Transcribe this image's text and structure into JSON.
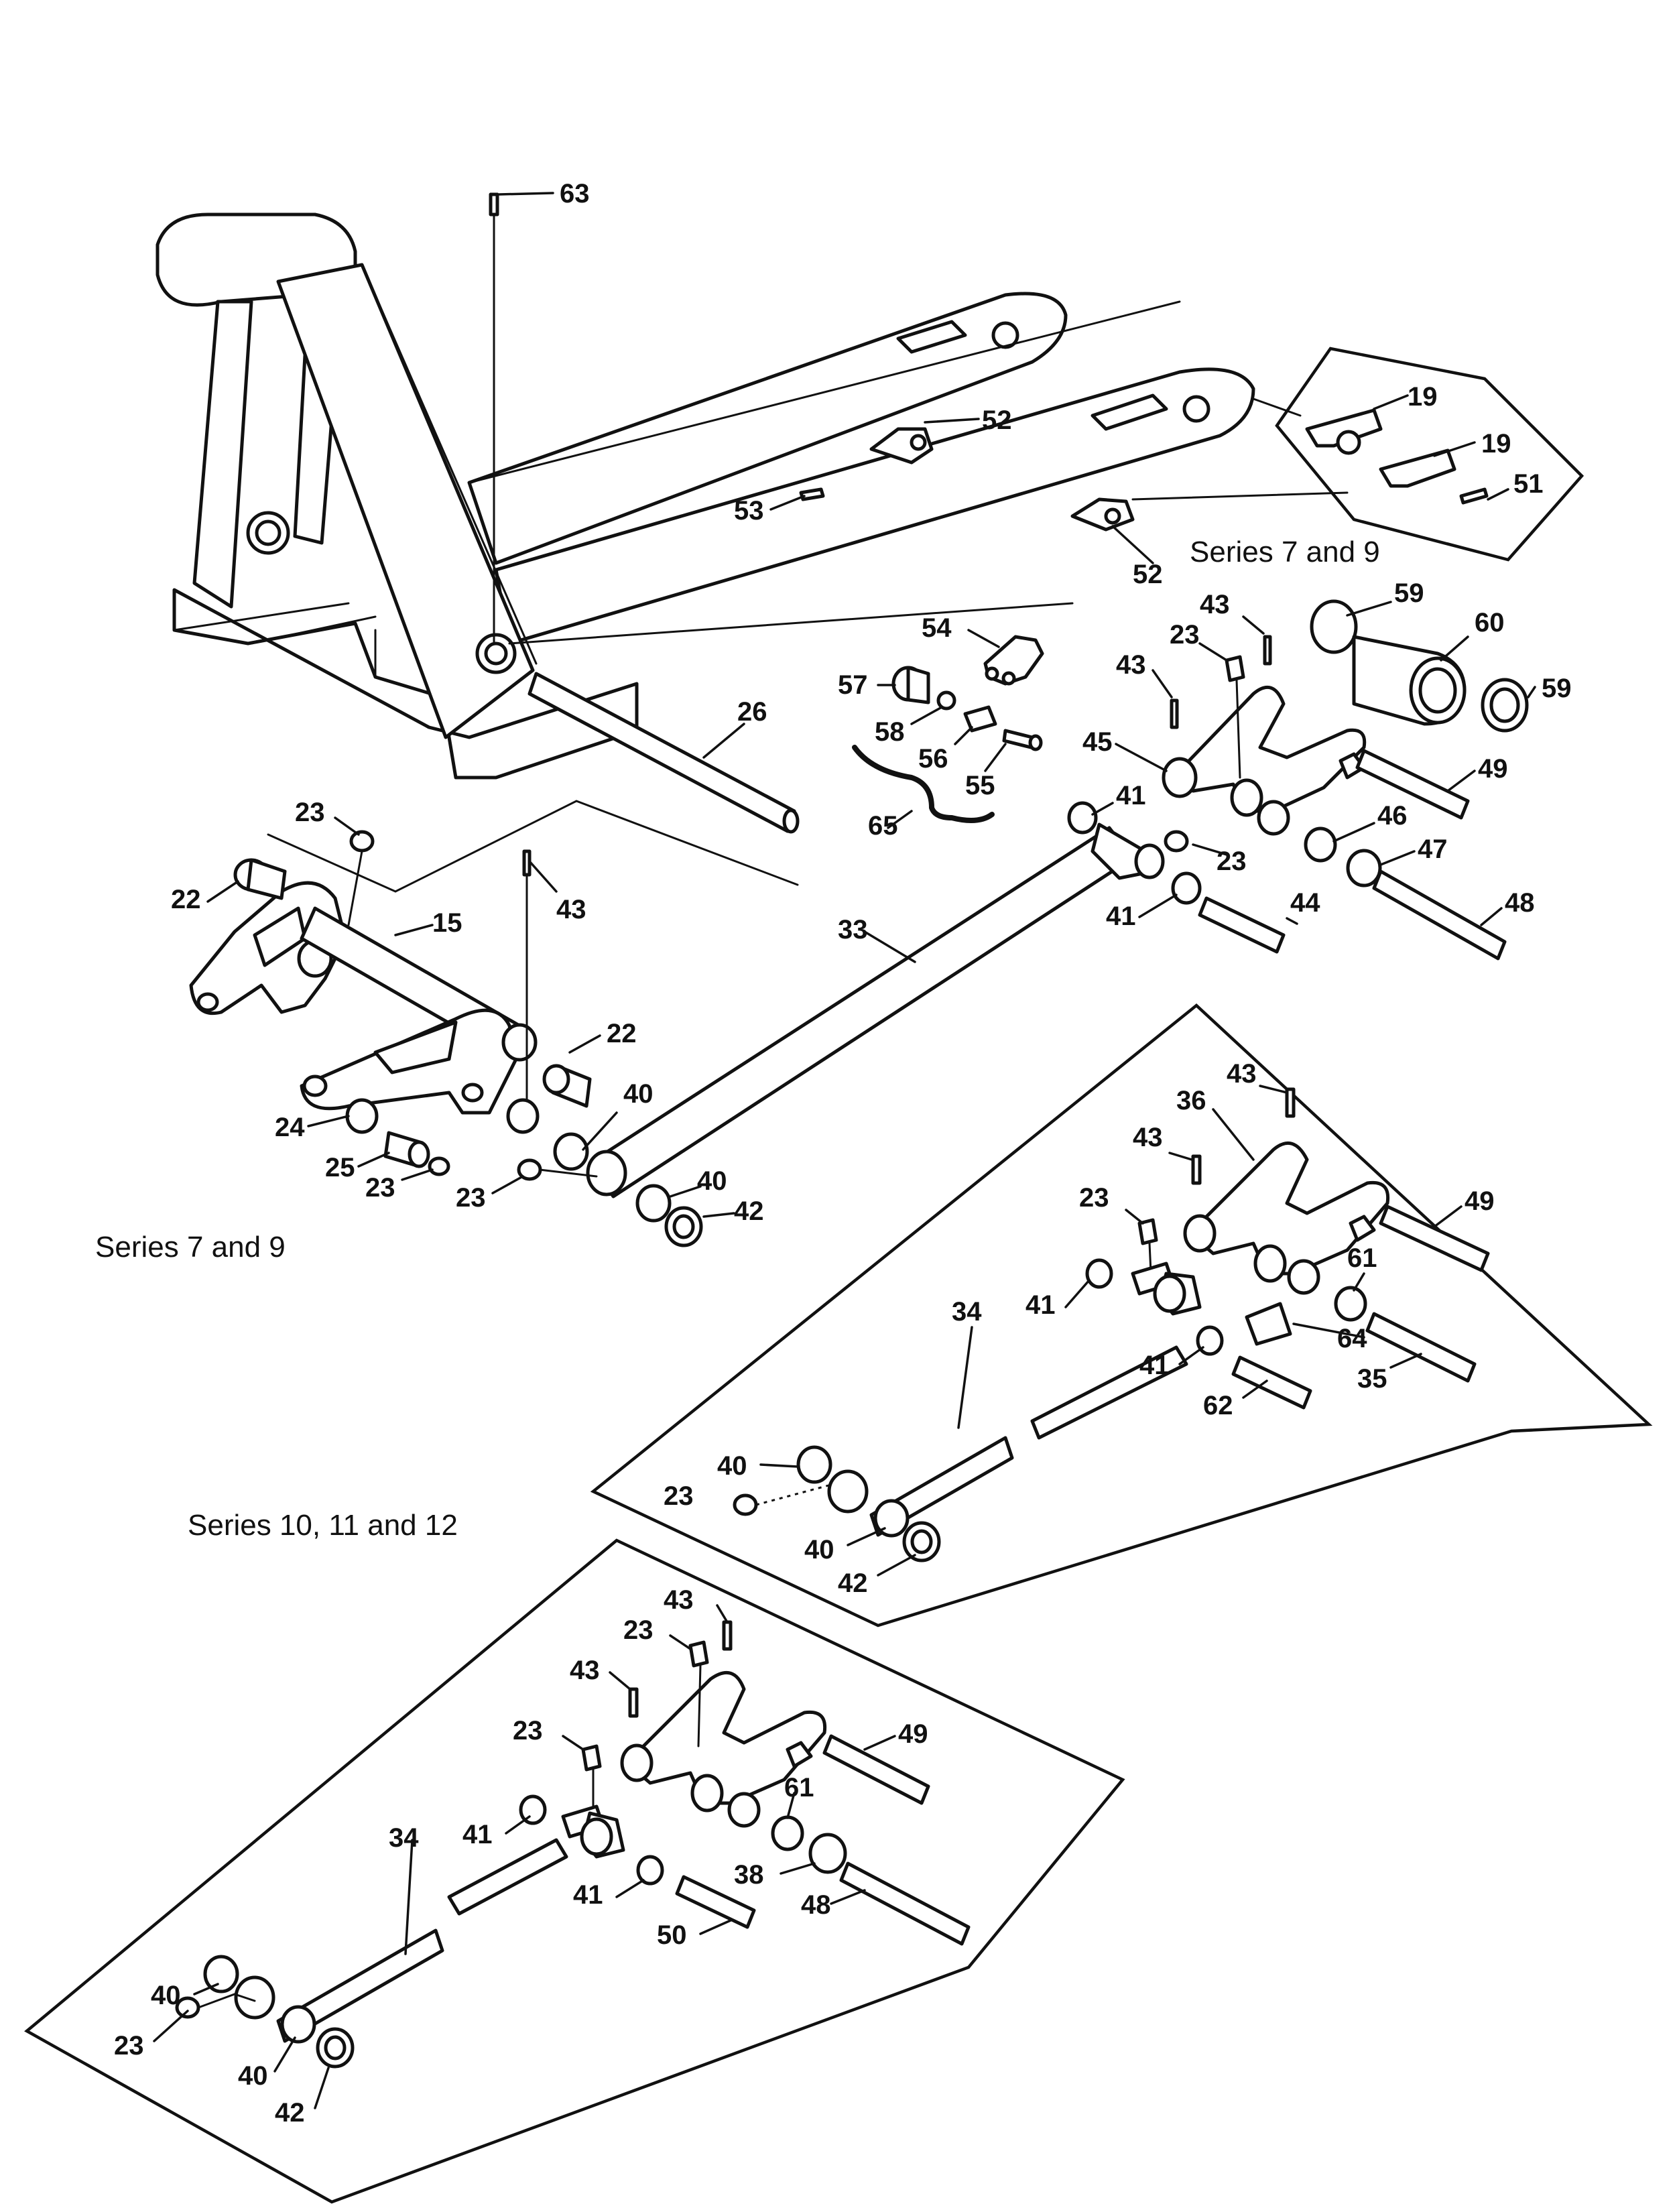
{
  "captions": {
    "series_7_9_top": "Series 7 and 9",
    "series_7_9_left": "Series 7 and 9",
    "series_10_11_12": "Series 10, 11 and 12"
  },
  "callouts": {
    "c63": "63",
    "c52a": "52",
    "c52b": "52",
    "c53": "53",
    "c19a": "19",
    "c19b": "19",
    "c51": "51",
    "c26": "26",
    "c54": "54",
    "c57": "57",
    "c58": "58",
    "c56": "56",
    "c55": "55",
    "c65": "65",
    "c43a": "43",
    "c23a": "23",
    "c43b": "43",
    "c59a": "59",
    "c60": "60",
    "c59b": "59",
    "c45": "45",
    "c49a": "49",
    "c41a": "41",
    "c46": "46",
    "c23b": "23",
    "c47": "47",
    "c41b": "41",
    "c44": "44",
    "c48a": "48",
    "c23c": "23",
    "c22a": "22",
    "c15": "15",
    "c43c": "43",
    "c33": "33",
    "c22b": "22",
    "c40a": "40",
    "c24": "24",
    "c25": "25",
    "c23d": "23",
    "c40b": "40",
    "c23e": "23",
    "c42a": "42",
    "c43d": "43",
    "c36": "36",
    "c43e": "43",
    "c23f": "23",
    "c49b": "49",
    "c61a": "61",
    "c34a": "34",
    "c41c": "41",
    "c64": "64",
    "c41d": "41",
    "c35": "35",
    "c62": "62",
    "c40c": "40",
    "c23g": "23",
    "c40d": "40",
    "c42b": "42",
    "c43f": "43",
    "c23h": "23",
    "c43g": "43",
    "c23i": "23",
    "c49c": "49",
    "c61b": "61",
    "c34b": "34",
    "c41e": "41",
    "c41f": "41",
    "c38": "38",
    "c48b": "48",
    "c50": "50",
    "c40e": "40",
    "c23j": "23",
    "c40f": "40",
    "c42c": "42"
  }
}
